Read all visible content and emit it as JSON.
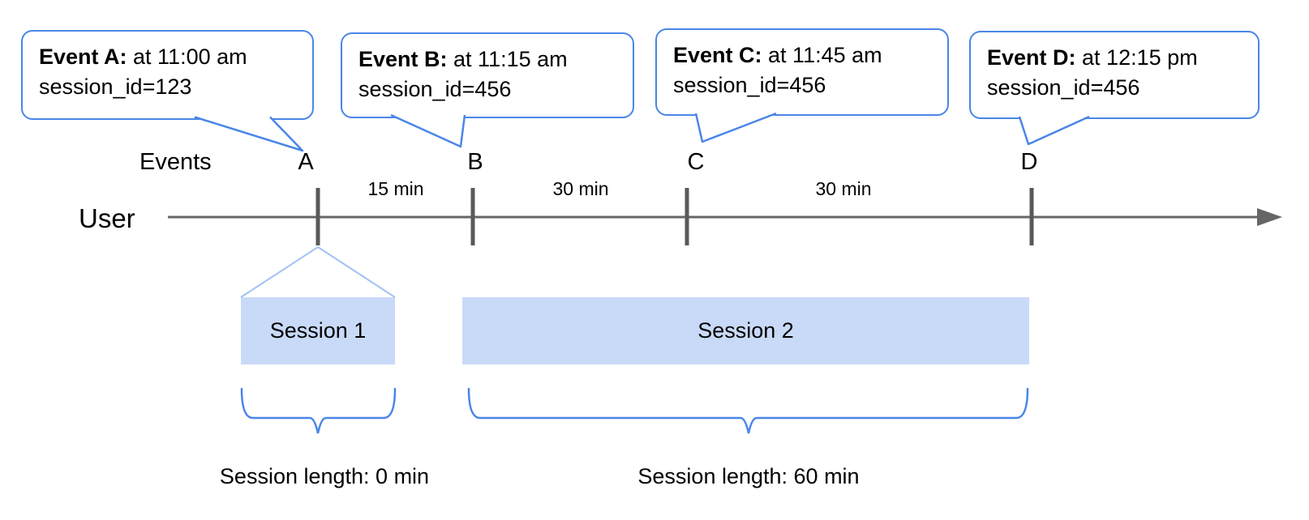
{
  "diagram": {
    "events_axis_label": "Events",
    "user_label": "User",
    "callouts": [
      {
        "event": "A",
        "title": "Event A:",
        "time": " at 11:00 am",
        "detail": "session_id=123"
      },
      {
        "event": "B",
        "title": "Event B:",
        "time": " at 11:15 am",
        "detail": "session_id=456"
      },
      {
        "event": "C",
        "title": "Event C:",
        "time": " at 11:45 am",
        "detail": "session_id=456"
      },
      {
        "event": "D",
        "title": "Event D:",
        "time": " at 12:15 pm",
        "detail": "session_id=456"
      }
    ],
    "event_markers": [
      "A",
      "B",
      "C",
      "D"
    ],
    "intervals": [
      "15 min",
      "30 min",
      "30 min"
    ],
    "sessions": [
      {
        "label": "Session 1",
        "length": "Session length: 0 min"
      },
      {
        "label": "Session 2",
        "length": "Session length: 60 min"
      }
    ],
    "colors": {
      "callout_border": "#4a86e8",
      "brace": "#4a86e8",
      "session_fill": "#c9daf8",
      "connector": "#a4c2f4",
      "timeline": "#666666",
      "tick": "#595959",
      "text": "#000000"
    }
  }
}
